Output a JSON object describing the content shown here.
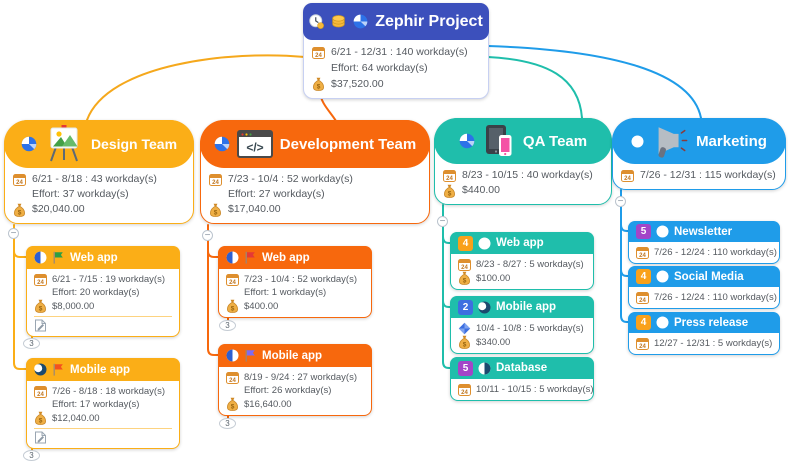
{
  "markers": {
    "collapse": "−",
    "calendar_day": "24"
  },
  "colors": {
    "root_header": "#3C50BC",
    "design": "#FBAE17",
    "development": "#F7680D",
    "qa": "#1FBEAB",
    "marketing": "#1F9CE9",
    "badge_amber": "#F9A11B",
    "badge_blue": "#3D6FE0",
    "badge_purple": "#A345C8",
    "detail_text": "#555A60"
  },
  "icons": {
    "root": [
      "clock-icon",
      "coins-icon",
      "pie-chart-icon"
    ],
    "design": [
      "pie-chart-icon",
      "easel-icon"
    ],
    "development": [
      "pie-chart-icon",
      "code-window-icon"
    ],
    "qa": [
      "pie-chart-icon",
      "devices-icon"
    ],
    "marketing": [
      "progress-icon",
      "megaphone-icon"
    ],
    "rows": [
      "calendar-icon",
      "money-bag-icon",
      "note-icon",
      "diamond-icon",
      "flag-icon"
    ]
  },
  "root": {
    "title": "Zephir Project",
    "schedule": "6/21 - 12/31 : 140 workday(s)",
    "effort": "Effort: 64 workday(s)",
    "cost": "$37,520.00"
  },
  "branches": [
    {
      "title": "Design Team",
      "schedule": "6/21 - 8/18 : 43 workday(s)",
      "effort": "Effort: 37 workday(s)",
      "cost": "$20,040.00",
      "children": [
        {
          "title": "Web app",
          "schedule": "6/21 - 7/15 : 19 workday(s)",
          "effort": "Effort: 20 workday(s)",
          "cost": "$8,000.00",
          "collapsed_count": "3"
        },
        {
          "title": "Mobile app",
          "schedule": "7/26 - 8/18 : 18 workday(s)",
          "effort": "Effort: 17 workday(s)",
          "cost": "$12,040.00",
          "collapsed_count": "3"
        }
      ]
    },
    {
      "title": "Development Team",
      "schedule": "7/23 - 10/4 : 52 workday(s)",
      "effort": "Effort: 27 workday(s)",
      "cost": "$17,040.00",
      "children": [
        {
          "title": "Web app",
          "schedule": "7/23 - 10/4 : 52 workday(s)",
          "effort": "Effort: 1 workday(s)",
          "cost": "$400.00",
          "collapsed_count": "3"
        },
        {
          "title": "Mobile app",
          "schedule": "8/19 - 9/24 : 27 workday(s)",
          "effort": "Effort: 26 workday(s)",
          "cost": "$16,640.00",
          "collapsed_count": "3"
        }
      ]
    },
    {
      "title": "QA Team",
      "schedule": "8/23 - 10/15 : 40 workday(s)",
      "cost": "$440.00",
      "children": [
        {
          "priority": "4",
          "title": "Web app",
          "schedule": "8/23 - 8/27 : 5 workday(s)",
          "cost": "$100.00"
        },
        {
          "priority": "2",
          "title": "Mobile app",
          "schedule": "10/4 - 10/8 : 5 workday(s)",
          "cost": "$340.00"
        },
        {
          "priority": "5",
          "title": "Database",
          "schedule": "10/11 - 10/15 : 5 workday(s)"
        }
      ]
    },
    {
      "title": "Marketing",
      "schedule": "7/26 - 12/31 : 115 workday(s)",
      "children": [
        {
          "priority": "5",
          "title": "Newsletter",
          "schedule": "7/26 - 12/24 : 110 workday(s)"
        },
        {
          "priority": "4",
          "title": "Social Media",
          "schedule": "7/26 - 12/24 : 110 workday(s)"
        },
        {
          "priority": "4",
          "title": "Press release",
          "schedule": "12/27 - 12/31 : 5 workday(s)"
        }
      ]
    }
  ]
}
